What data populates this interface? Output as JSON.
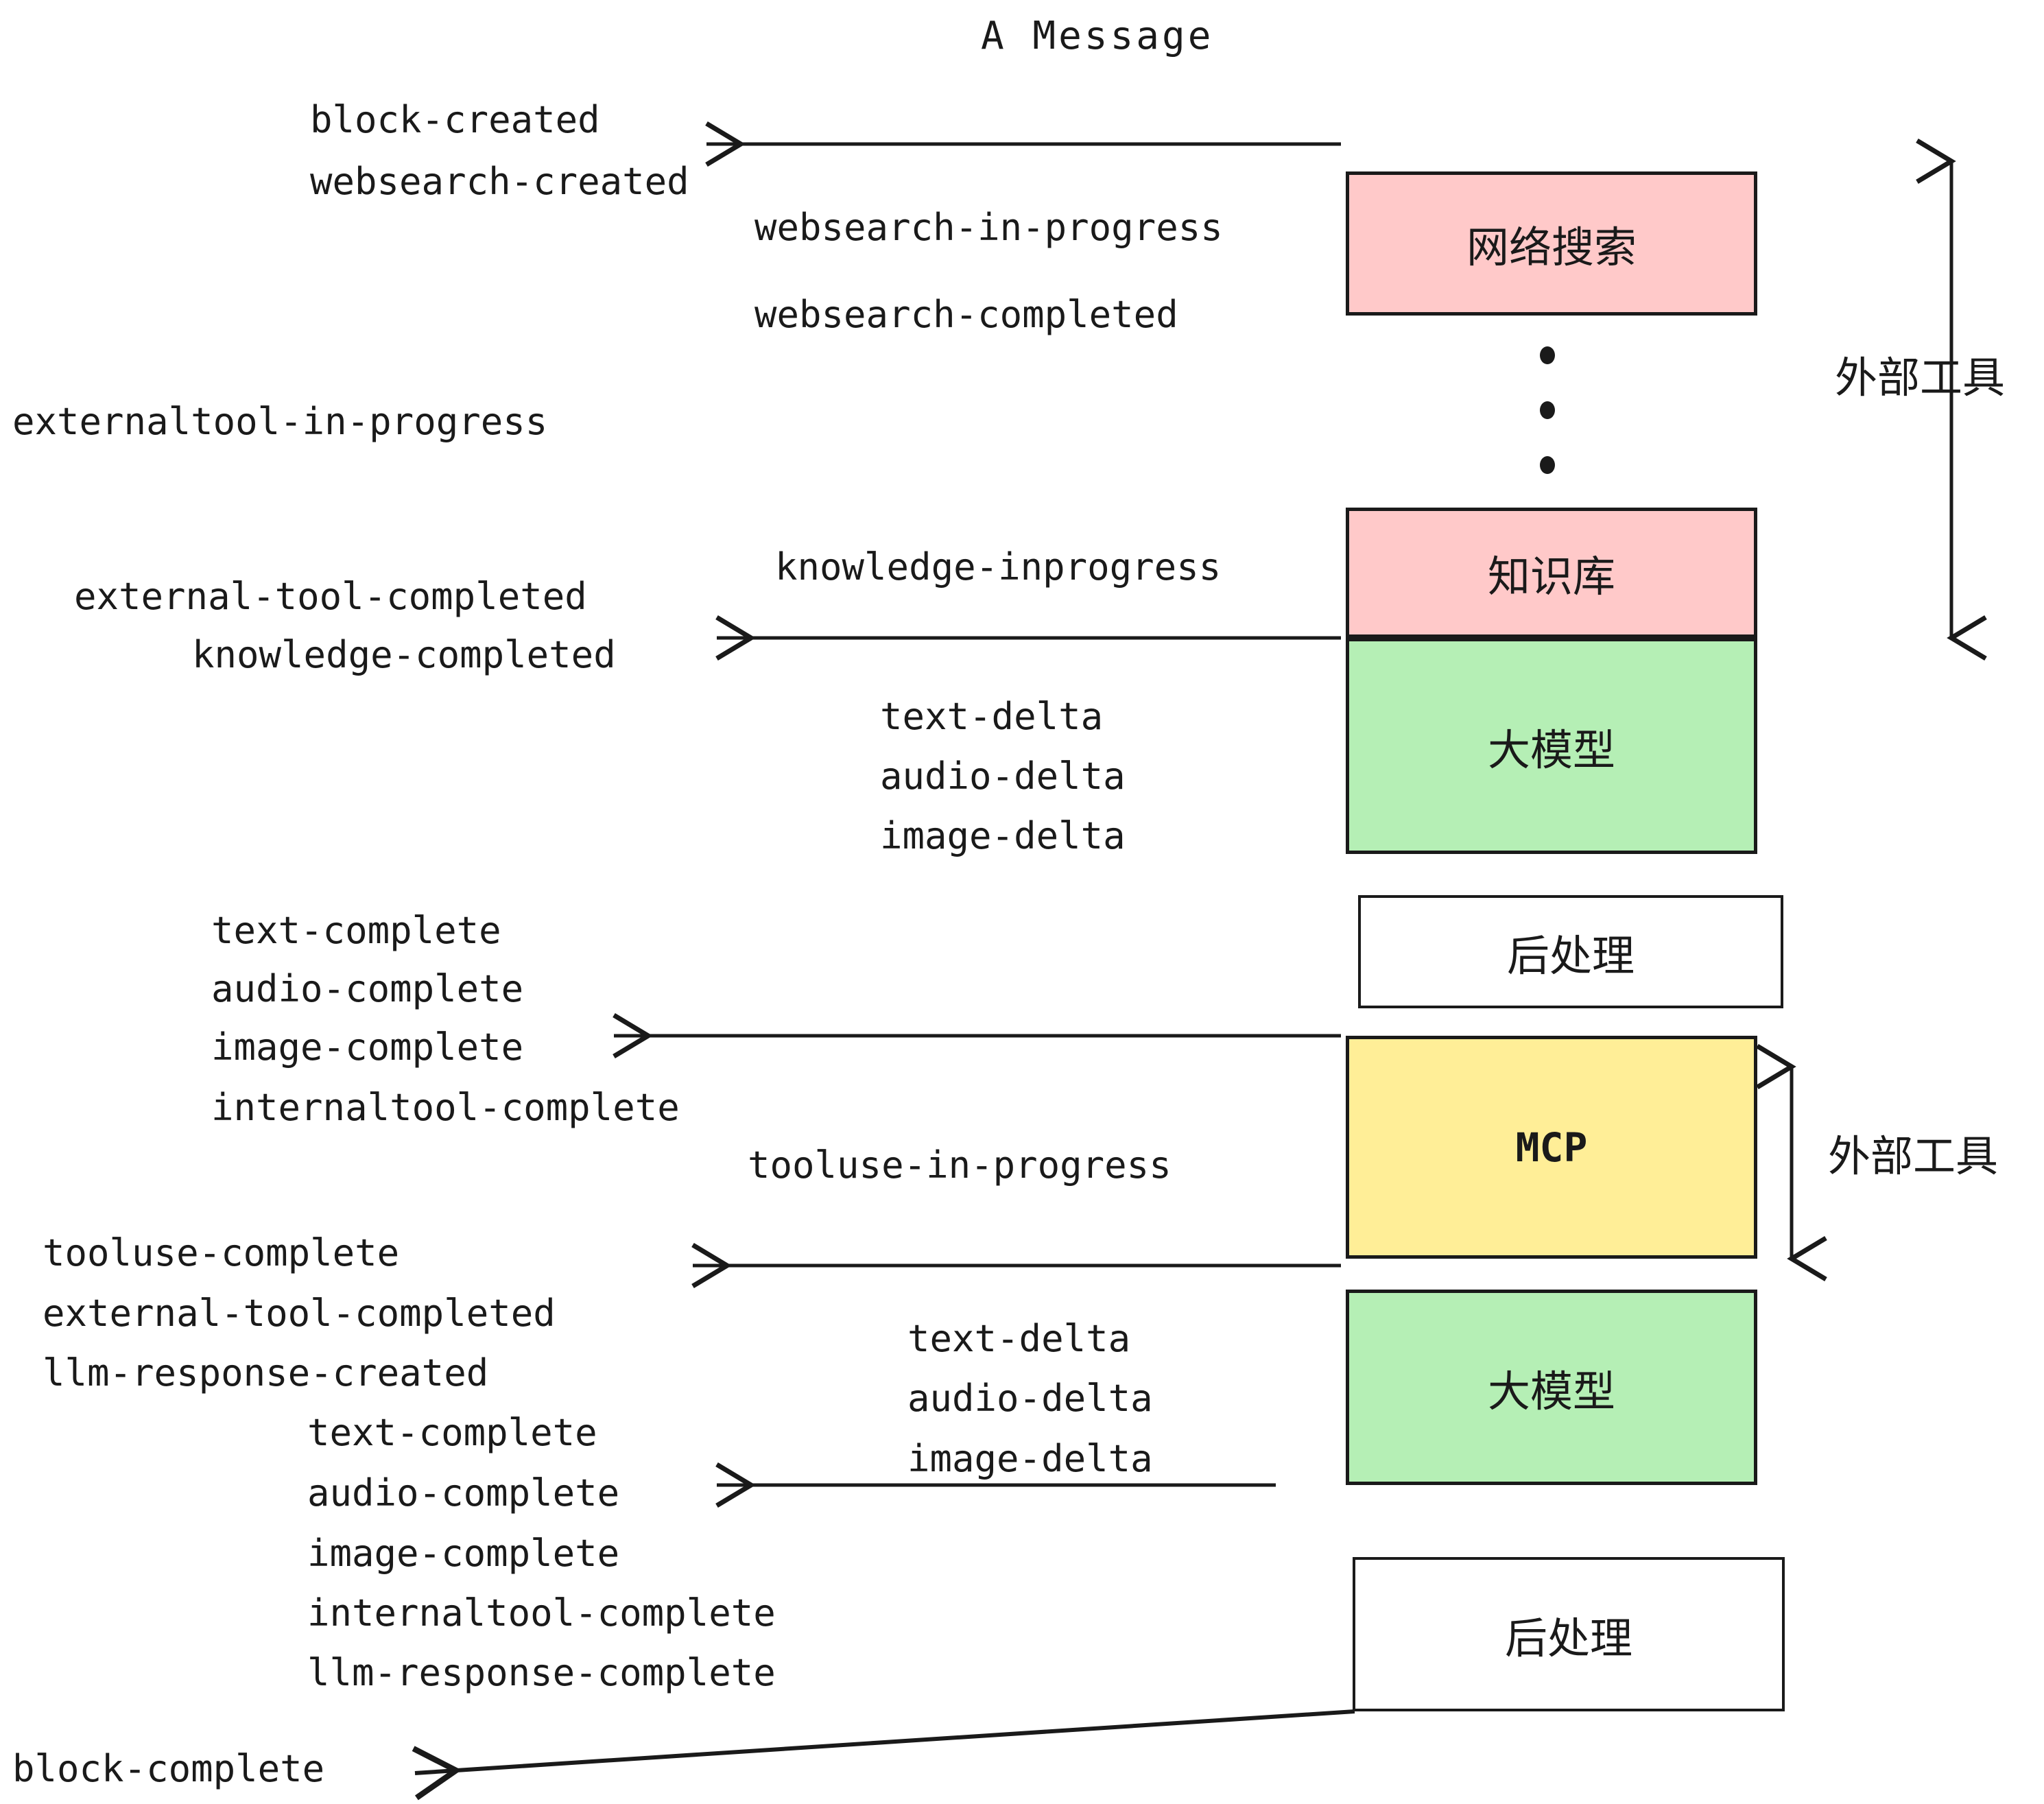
{
  "diagram": {
    "title": "A Message",
    "colors": {
      "pink": "#FFC9C9",
      "green": "#B5EFB5",
      "yellow": "#FFEE97",
      "white": "#FFFFFF",
      "stroke": "#1A1A1A"
    },
    "nodes": [
      {
        "id": "websearch",
        "label": "网络搜索",
        "fill": "#FFC9C9"
      },
      {
        "id": "knowledge",
        "label": "知识库",
        "fill": "#FFC9C9"
      },
      {
        "id": "llm-1",
        "label": "大模型",
        "fill": "#B5EFB5"
      },
      {
        "id": "postprocess-1",
        "label": "后处理",
        "fill": "#FFFFFF"
      },
      {
        "id": "mcp",
        "label": "MCP",
        "fill": "#FFEE97"
      },
      {
        "id": "llm-2",
        "label": "大模型",
        "fill": "#B5EFB5"
      },
      {
        "id": "postprocess-2",
        "label": "后处理",
        "fill": "#FFFFFF"
      }
    ],
    "side_labels": [
      {
        "id": "external-tools-top",
        "text": "外部工具"
      },
      {
        "id": "external-tools-bottom",
        "text": "外部工具"
      }
    ],
    "events": {
      "block_created": "block-created",
      "websearch_created": "websearch-created",
      "websearch_in_progress": "websearch-in-progress",
      "websearch_completed": "websearch-completed",
      "externaltool_in_progress": "externaltool-in-progress",
      "knowledge_inprogress": "knowledge-inprogress",
      "external_tool_completed_1": "external-tool-completed",
      "knowledge_completed": "knowledge-completed",
      "text_delta_1": "text-delta",
      "audio_delta_1": "audio-delta",
      "image_delta_1": "image-delta",
      "text_complete_1": "text-complete",
      "audio_complete_1": "audio-complete",
      "image_complete_1": "image-complete",
      "internaltool_complete_1": "internaltool-complete",
      "tooluse_in_progress": "tooluse-in-progress",
      "tooluse_complete": "tooluse-complete",
      "external_tool_completed_2": "external-tool-completed",
      "llm_response_created": "llm-response-created",
      "text_delta_2": "text-delta",
      "audio_delta_2": "audio-delta",
      "image_delta_2": "image-delta",
      "text_complete_2": "text-complete",
      "audio_complete_2": "audio-complete",
      "image_complete_2": "image-complete",
      "internaltool_complete_2": "internaltool-complete",
      "llm_response_complete": "llm-response-complete",
      "block_complete": "block-complete"
    }
  }
}
